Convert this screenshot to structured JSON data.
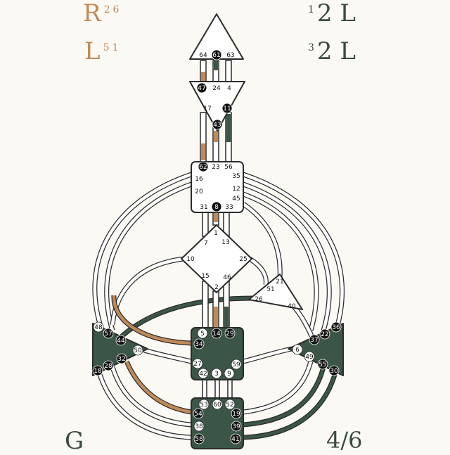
{
  "corner_labels": {
    "top_left": {
      "letter": "R",
      "a": "2",
      "b": "6"
    },
    "mid_left": {
      "letter": "L",
      "a": "5",
      "b": "1"
    },
    "top_right": {
      "a": "1",
      "b": "2",
      "letter": "L"
    },
    "mid_right": {
      "a": "3",
      "b": "2",
      "letter": "L"
    },
    "bottom_left": "G",
    "bottom_right": "4/6"
  },
  "colors": {
    "background": "#fbf9f4",
    "defined_center": "#3b5646",
    "undefined_center": "#ffffff",
    "outline": "#2b2b2b",
    "channel_design": "#c08a58",
    "channel_personality": "#3b5646",
    "channel_empty": "#ffffff",
    "active_gate": "#111111",
    "design_text_color": "#c28a56"
  },
  "centers": {
    "head": {
      "name": "Head",
      "defined": false,
      "gates": [
        "64",
        "61",
        "63"
      ]
    },
    "ajna": {
      "name": "Ajna",
      "defined": false,
      "gates": [
        "47",
        "24",
        "4",
        "17",
        "11",
        "43"
      ]
    },
    "throat": {
      "name": "Throat",
      "defined": false,
      "gates": [
        "62",
        "23",
        "56",
        "16",
        "35",
        "20",
        "12",
        "45",
        "31",
        "8",
        "33"
      ]
    },
    "g": {
      "name": "G",
      "defined": false,
      "gates": [
        "1",
        "7",
        "13",
        "10",
        "25",
        "15",
        "46",
        "2"
      ]
    },
    "heart": {
      "name": "Heart",
      "defined": false,
      "gates": [
        "21",
        "51",
        "26",
        "40"
      ]
    },
    "sacral": {
      "name": "Sacral",
      "defined": true,
      "gates": [
        "5",
        "14",
        "29",
        "34",
        "27",
        "59",
        "42",
        "3",
        "9"
      ]
    },
    "spleen": {
      "name": "Spleen",
      "defined": true,
      "gates": [
        "48",
        "57",
        "44",
        "50",
        "32",
        "28",
        "18"
      ]
    },
    "solar_plexus": {
      "name": "Solar Plexus",
      "defined": true,
      "gates": [
        "36",
        "22",
        "37",
        "6",
        "49",
        "55",
        "30"
      ]
    },
    "root": {
      "name": "Root",
      "defined": true,
      "gates": [
        "53",
        "60",
        "52",
        "54",
        "19",
        "38",
        "39",
        "58",
        "41"
      ]
    }
  },
  "active_gates": [
    "61",
    "47",
    "11",
    "43",
    "62",
    "8",
    "14",
    "29",
    "34",
    "44",
    "32",
    "28",
    "18",
    "57",
    "36",
    "22",
    "37",
    "55",
    "30",
    "54",
    "19",
    "39",
    "58",
    "41"
  ],
  "hanging_gates_white_circle": [
    "5",
    "27",
    "42",
    "3",
    "9",
    "59",
    "48",
    "50",
    "6",
    "49",
    "53",
    "60",
    "52",
    "38"
  ]
}
